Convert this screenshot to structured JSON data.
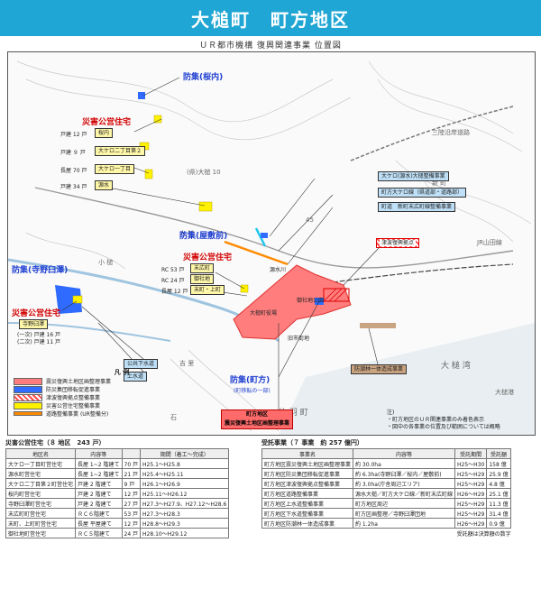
{
  "header": {
    "title": "大槌町　町方地区"
  },
  "subtitle": "ＵＲ都市機構 復興関連事業 位置図",
  "map": {
    "labels": {
      "bousyu_sakai": "防集(桜内)",
      "bousyu_yashikimae": "防集(屋敷前)",
      "bousyu_teranoshita": "防集(寺野臼澤)",
      "bousyu_machikata": "防集(町方)",
      "bousyu_machikata_sub": "(町移転の一部)",
      "saigai_1": "災害公営住宅",
      "saigai_2": "災害公営住宅",
      "saigai_3": "災害公営住宅",
      "tsunami_base": "津波復興拠点",
      "riverside": "源水川",
      "sanriku_road": "三陸沿岸道路",
      "route45": "45",
      "bay": "大 槌 湾",
      "port": "大槌港",
      "area_kataha": "片 羽 町",
      "area_kozuchi": "小 槌",
      "area_yoshiri": "吉 里",
      "area_ishi": "石",
      "area_ootsuchi": "大 槌",
      "area_shinmachi": "新 町",
      "road_label": "(県)大槌 10",
      "jr_line": "JR山田線",
      "cityhall": "大槌町役場",
      "kouen_label": "御社地公園",
      "shigai_label": "旧市街地"
    },
    "boxes": {
      "sakai_box": "桜内",
      "kyoku2_box": "大ケロ二丁目第２",
      "kyoku1_box": "大ケロ一丁目",
      "genmizu_box": "源水",
      "shikama_box": "末広町",
      "goshiya_box": "御社地",
      "suehiro_box": "末町・上町",
      "tera_box": "寺野臼澤",
      "koukyo_box": "公共下水道",
      "jousui_box": "上水道",
      "ookeru_road_box": "大ケロ(源水)大槌整備事業",
      "machikata_road_box": "町方大ケロ線（県道部・道路部）",
      "sinmachi_road_box": "町道　新町末広町線整備事業",
      "bouchourin_box": "防潮林一体造成事業",
      "machikata_red_1": "町方地区",
      "machikata_red_2": "震災復興土地区画整理事業"
    },
    "counts": {
      "sakai": "戸建 12 戸",
      "kyoku2": "戸建 ９ 戸",
      "kyoku1": "長屋 70 戸",
      "genmizu": "戸建 34 戸",
      "shikama": "RC 53 戸",
      "goshiya": "RC 24 戸",
      "suehiro": "長屋 12 戸",
      "tera1": "(一次) 戸建 16 戸",
      "tera2": "(二次) 戸建 11 戸"
    }
  },
  "legend": {
    "title": "凡 例",
    "items": [
      {
        "label": "震災復興土地区画整理事業",
        "color": "#ff7d7d"
      },
      {
        "label": "防災集団移転促進事業",
        "color": "#2f6bff"
      },
      {
        "label": "津波復興拠点整備事業",
        "color": "#ff4d4d"
      },
      {
        "label": "災害公営住宅整備事業",
        "color": "#fff200"
      },
      {
        "label": "道路整備事業",
        "color": "#ff8a00"
      },
      {
        "label": "(UR整備分)",
        "color": ""
      }
    ]
  },
  "notes": {
    "line1": "注)",
    "line2": "・町方地区のＵＲ関連事業のみ着色表示",
    "line3": "・図中の各事業の位置及び範囲については概略"
  },
  "left_table": {
    "title": "災害公営住宅（８ 地区　243 戸）",
    "headers": [
      "地区名",
      "内容等",
      "",
      "期間（着工～完成）"
    ],
    "rows": [
      [
        "大ケロ一丁目町営住宅",
        "長屋 1~2 階建て",
        "70 戸",
        "H25.1～H25.8"
      ],
      [
        "源水町営住宅",
        "長屋 1~2 階建て",
        "21 戸",
        "H25.4～H25.11"
      ],
      [
        "大ケロ二丁目第２町営住宅",
        "戸建 2 階建て",
        "9 戸",
        "H26.1～H26.9"
      ],
      [
        "桜内町営住宅",
        "戸建 2 階建て",
        "12 戸",
        "H25.11～H26.12"
      ],
      [
        "寺野臼澤町営住宅",
        "戸建 2 階建て",
        "27 戸",
        "H27.3～H27.9、H27.12～H28.6"
      ],
      [
        "末広町町営住宅",
        "ＲＣ６階建て",
        "53 戸",
        "H27.3～H28.3"
      ],
      [
        "末町、上町町営住宅",
        "長屋 平屋建て",
        "12 戸",
        "H28.8～H29.3"
      ],
      [
        "御社地町営住宅",
        "ＲＣ５階建て",
        "24 戸",
        "H28.10～H29.12"
      ]
    ]
  },
  "right_table": {
    "title": "受託事業（７ 事業　約 257 億円）",
    "headers": [
      "事業名",
      "内容等",
      "受託期間",
      "受託額"
    ],
    "rows": [
      [
        "町方地区震災復興土地区画整理事業",
        "約 30.0ha",
        "H25～H30",
        "158 億"
      ],
      [
        "町方地区防災集団移転促進事業",
        "約 6.3ha(寺野臼澤／桜内／屋敷前)",
        "H25～H29",
        "25.9 億"
      ],
      [
        "町方地区津波復興拠点整備事業",
        "約 3.0ha(庁舎周辺エリア)",
        "H25～H29",
        "4.8 億"
      ],
      [
        "町方地区道路整備事業",
        "源水大槌／町方大ケロ線／新町末広町線",
        "H26～H29",
        "25.1 億"
      ],
      [
        "町方地区上水道整備事業",
        "町方地区周辺",
        "H25～H29",
        "11.3 億"
      ],
      [
        "町方地区下水道整備事業",
        "町方区画整理／寺野臼澤団地",
        "H25～H29",
        "31.4 億"
      ],
      [
        "町方地区防潮林一体造成事業",
        "約 1.2ha",
        "H26～H29",
        "0.9 億"
      ]
    ],
    "footnote": "受託額は決算額の数字"
  }
}
